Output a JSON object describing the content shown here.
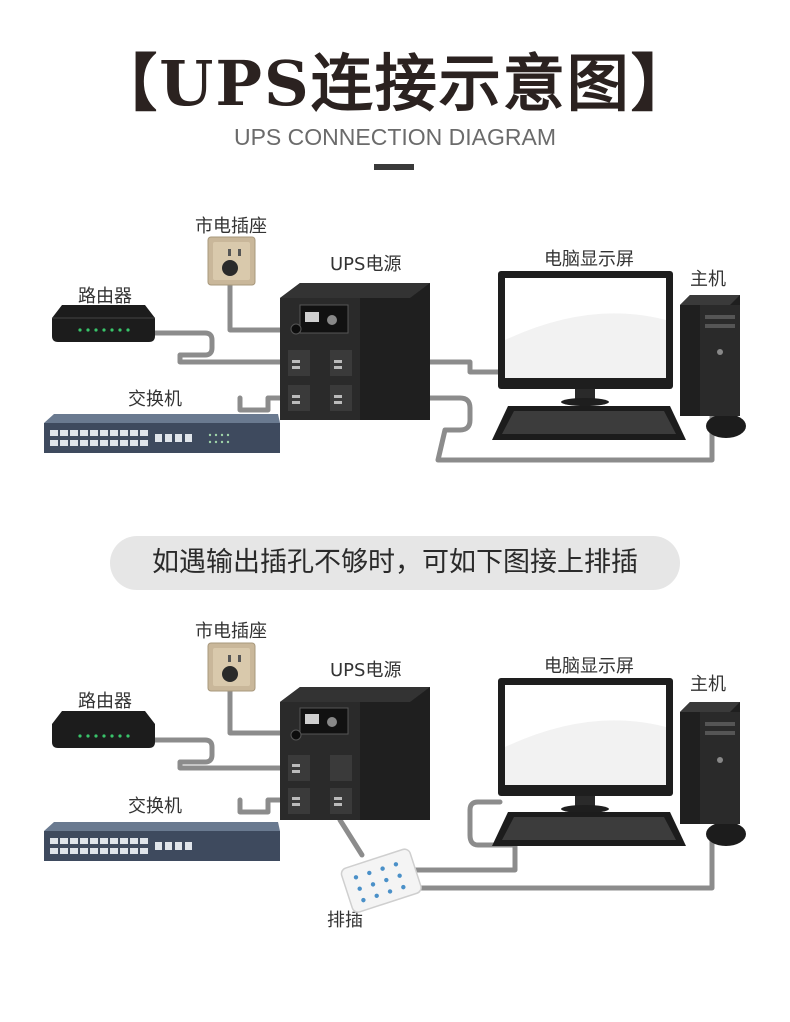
{
  "header": {
    "title": "【UPS连接示意图】",
    "subtitle": "UPS CONNECTION DIAGRAM"
  },
  "diagram1": {
    "labels": {
      "outlet": "市电插座",
      "ups": "UPS电源",
      "router": "路由器",
      "switch": "交换机",
      "monitor": "电脑显示屏",
      "host": "主机"
    }
  },
  "banner": {
    "text": "如遇输出插孔不够时，可如下图接上排插"
  },
  "diagram2": {
    "labels": {
      "outlet": "市电插座",
      "ups": "UPS电源",
      "router": "路由器",
      "switch": "交换机",
      "monitor": "电脑显示屏",
      "host": "主机",
      "power_strip": "排插"
    }
  },
  "colors": {
    "cable": "#8c8c8c",
    "device_dark": "#1f1f1f",
    "switch_body": "#3e4a5e",
    "outlet_plate": "#c9b79a",
    "banner_bg": "#e6e6e6"
  }
}
